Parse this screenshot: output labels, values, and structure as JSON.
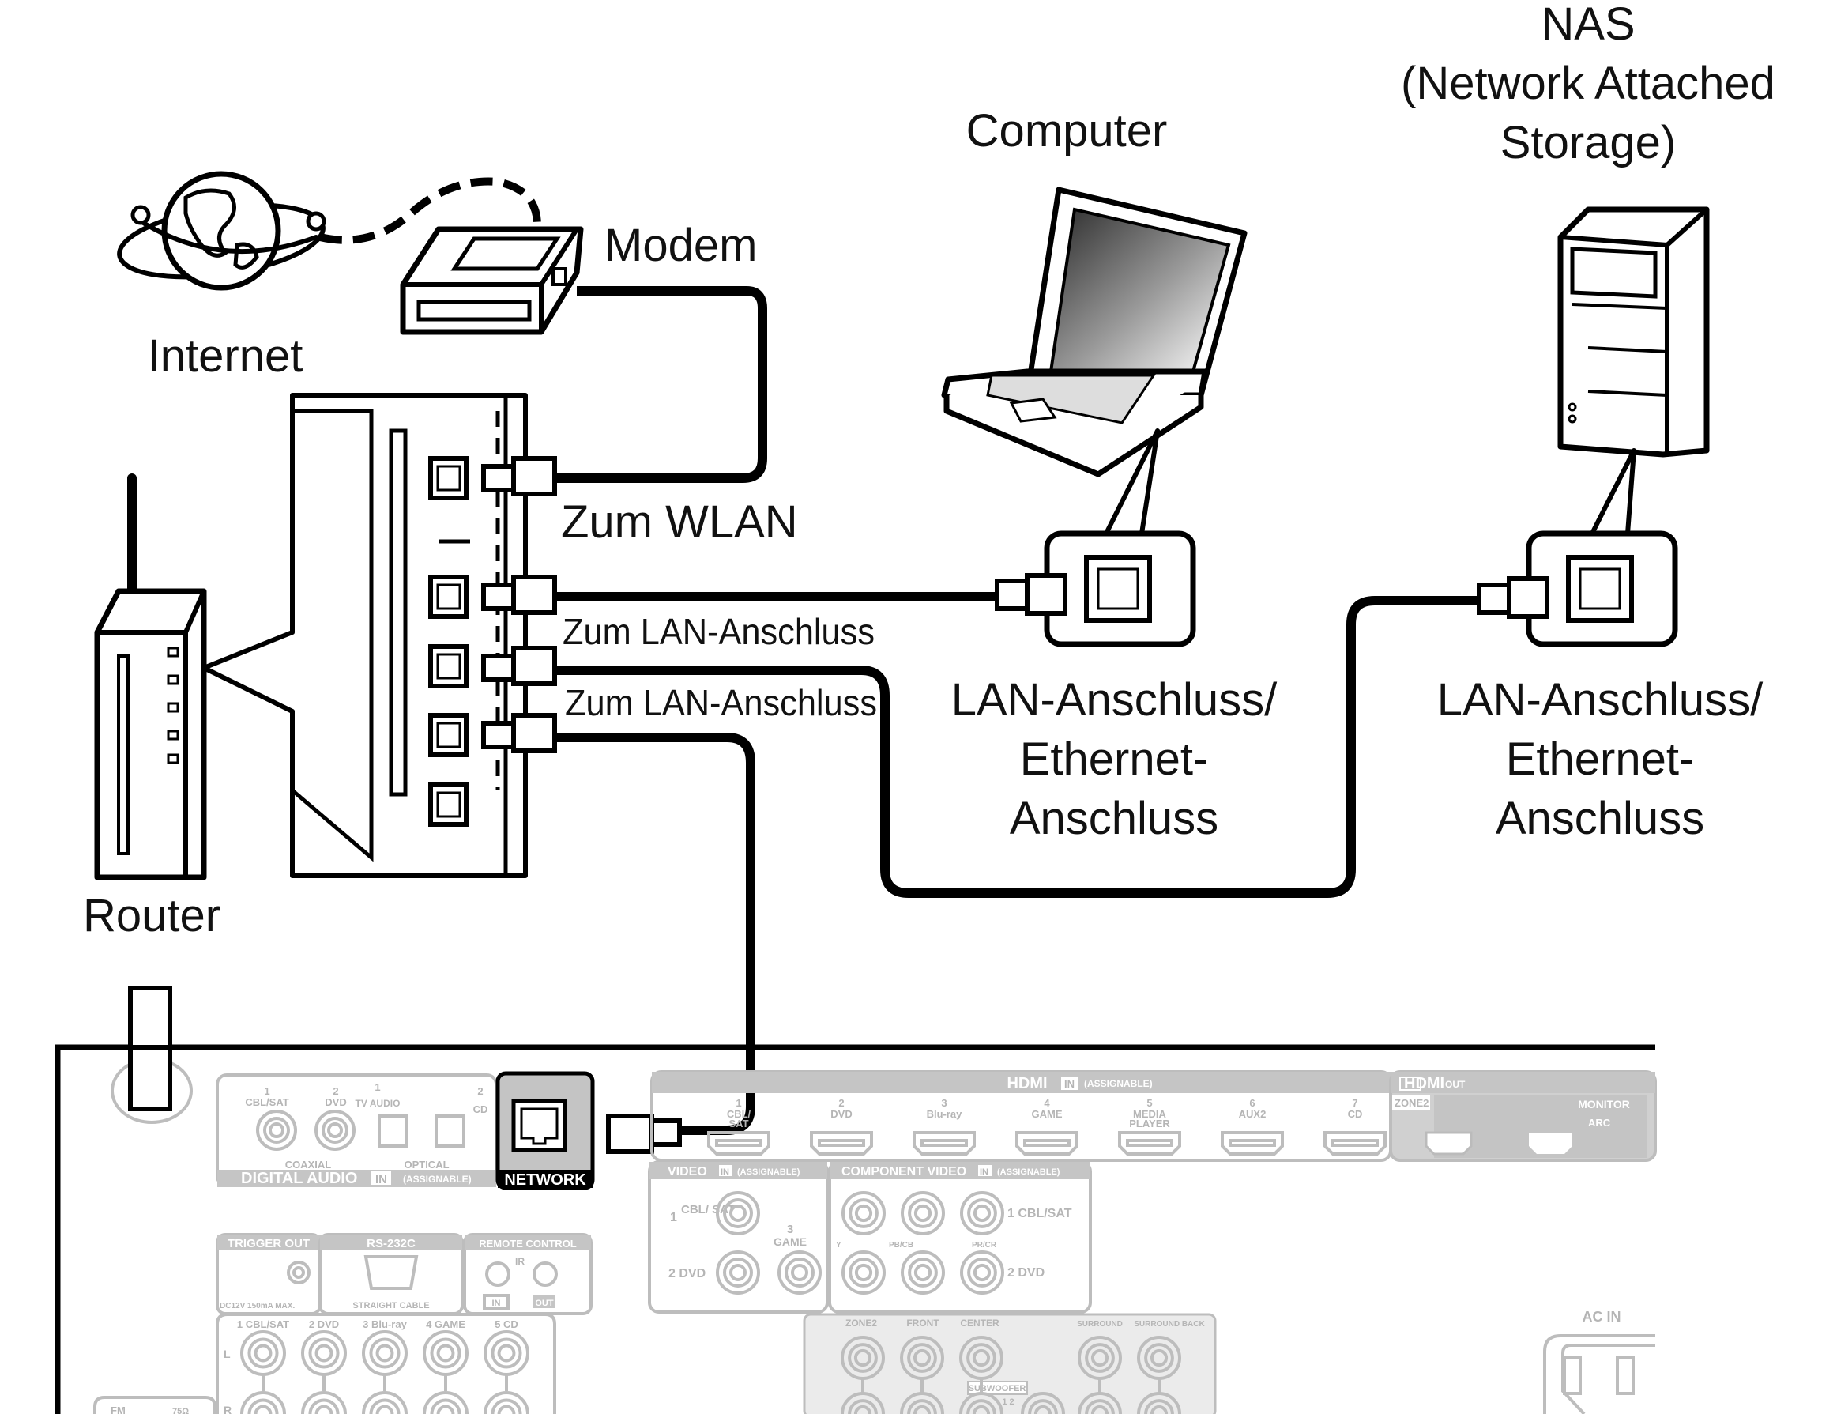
{
  "labels": {
    "nas_title": "NAS",
    "nas_sub1": "(Network Attached",
    "nas_sub2": "Storage)",
    "computer": "Computer",
    "modem": "Modem",
    "internet": "Internet",
    "router": "Router",
    "to_wlan": "Zum WLAN",
    "to_lan_1": "Zum LAN-Anschluss",
    "to_lan_2": "Zum LAN-Anschluss",
    "computer_port_1": "LAN-Anschluss/",
    "computer_port_2": "Ethernet-",
    "computer_port_3": "Anschluss",
    "nas_port_1": "LAN-Anschluss/",
    "nas_port_2": "Ethernet-",
    "nas_port_3": "Anschluss"
  },
  "receiver_panel": {
    "digital_audio": {
      "title": "DIGITAL AUDIO",
      "in_badge": "IN",
      "assignable": "(ASSIGNABLE)",
      "coaxial": "COAXIAL",
      "optical": "OPTICAL",
      "inputs": [
        {
          "num": "1",
          "name": "CBL/SAT"
        },
        {
          "num": "2",
          "name": "DVD"
        },
        {
          "num": "1",
          "name": "TV AUDIO"
        },
        {
          "num": "2",
          "name": "CD"
        }
      ]
    },
    "network": "NETWORK",
    "hdmi_in": {
      "title": "HDMI",
      "badge": "IN",
      "assignable": "(ASSIGNABLE)",
      "inputs": [
        {
          "num": "1",
          "name": "CBL/SAT"
        },
        {
          "num": "2",
          "name": "DVD"
        },
        {
          "num": "3",
          "name": "Blu-ray"
        },
        {
          "num": "4",
          "name": "GAME"
        },
        {
          "num": "5",
          "name": "MEDIA PLAYER"
        },
        {
          "num": "6",
          "name": "AUX2"
        },
        {
          "num": "7",
          "name": "CD"
        }
      ]
    },
    "hdmi_out": {
      "title": "HDMI",
      "badge": "OUT",
      "zone2": "ZONE2",
      "monitor": "MONITOR",
      "arc": "ARC"
    },
    "video_in": {
      "title": "VIDEO",
      "badge": "IN",
      "assignable": "(ASSIGNABLE)",
      "input1_num": "1",
      "input1_name": "CBL/ SAT",
      "input2": "2 DVD",
      "input3_num": "3",
      "input3_name": "GAME"
    },
    "component_video_in": {
      "title": "COMPONENT VIDEO",
      "badge": "IN",
      "assignable": "(ASSIGNABLE)",
      "y": "Y",
      "pb": "PB/CB",
      "pr": "PR/CR",
      "row1": "1 CBL/SAT",
      "row2": "2 DVD"
    },
    "trigger_out": {
      "title": "TRIGGER OUT",
      "spec": "DC12V 150mA MAX."
    },
    "rs232c": {
      "title": "RS-232C",
      "note": "STRAIGHT CABLE"
    },
    "remote_control": {
      "title": "REMOTE CONTROL",
      "ir": "IR",
      "in": "IN",
      "out": "OUT"
    },
    "audio_in": [
      "1 CBL/SAT",
      "2 DVD",
      "3 Blu-ray",
      "4 GAME",
      "5 CD"
    ],
    "audio_l": "L",
    "audio_r": "R",
    "preout": {
      "zone2": "ZONE2",
      "front": "FRONT",
      "center": "CENTER",
      "surround": "SURROUND",
      "surround_back": "SURROUND BACK",
      "subwoofer": "SUBWOOFER",
      "sub_nums": "1 2"
    },
    "fm": "FM",
    "ohm": "75Ω",
    "ac_in": "AC IN"
  }
}
